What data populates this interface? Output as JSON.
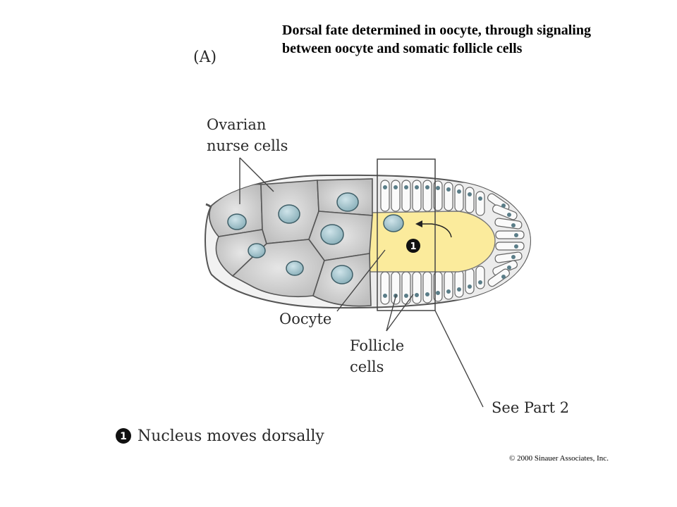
{
  "title_lines": [
    "Dorsal fate determined in oocyte, through signaling",
    "between oocyte and somatic follicle cells"
  ],
  "panel_label": "(A)",
  "labels": {
    "nurse_cells": [
      "Ovarian",
      "nurse cells"
    ],
    "oocyte": "Oocyte",
    "follicle_cells": [
      "Follicle",
      "cells"
    ],
    "see_part": "See Part 2"
  },
  "step_marker": "1",
  "legend": {
    "marker": "1",
    "text": "Nucleus moves dorsally"
  },
  "copyright": "© 2000 Sinauer Associates, Inc.",
  "colors": {
    "oocyte_fill": "#fbeb9c",
    "nucleus_fill": "#9fc3cc",
    "nurse_fill": "#d6d6d6",
    "follicle_fill": "#efefef",
    "outline": "#555555"
  }
}
